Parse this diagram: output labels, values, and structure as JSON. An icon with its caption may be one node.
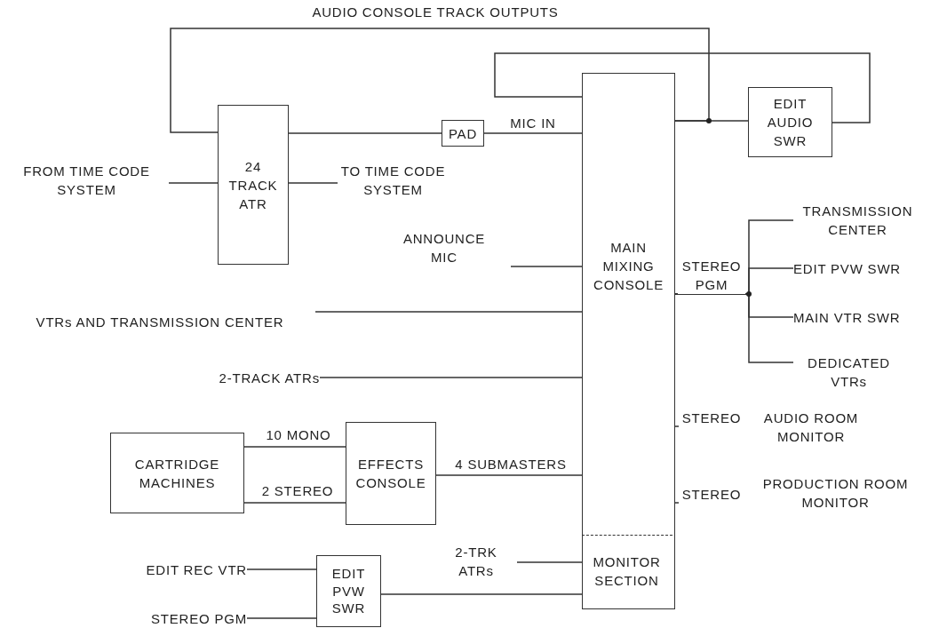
{
  "diagram": {
    "nodes": [
      {
        "text": [
          "24 TRACK ATR"
        ]
      },
      {
        "text": [
          "PAD"
        ]
      },
      {
        "text": [
          "MAIN MIXING CONSOLE"
        ]
      },
      {
        "text": [
          "MONITOR SECTION"
        ],
        "in": 2
      },
      {
        "text": [
          "EDIT AUDIO SWR"
        ]
      },
      {
        "text": [
          "EFFECTS CONSOLE"
        ]
      },
      {
        "text": [
          "CARTRIDGE MACHINES"
        ]
      },
      {
        "text": [
          "EDIT PVW SWR"
        ]
      },
      {
        "text": [
          "FROM TIME CODE SYSTEM"
        ]
      },
      {
        "text": [
          "TO TIME CODE SYSTEM"
        ]
      },
      {
        "text": [
          "ANNOUNCE MIC"
        ]
      },
      {
        "text": [
          "VTRs AND TRANSMISSION CENTER"
        ]
      },
      {
        "text": [
          "2-TRACK ATRs"
        ]
      },
      {
        "text": [
          "2-TRK ATRs"
        ]
      },
      {
        "text": [
          "EDIT REC VTR"
        ]
      },
      {
        "text": [
          "STEREO PGM"
        ]
      },
      {
        "text": [
          "TRANSMISSION CENTER"
        ]
      },
      {
        "text": [
          "EDIT PVW SWR"
        ]
      },
      {
        "text": [
          "MAIN VTR SWR"
        ]
      },
      {
        "text": [
          "DEDICATED VTRs"
        ]
      },
      {
        "text": [
          "AUDIO ROOM MONITOR"
        ]
      },
      {
        "text": [
          "PRODUCTION ROOM MONITOR"
        ]
      }
    ],
    "edges": [
      {
        "from": 8,
        "to": 0,
        "arrow": "none"
      },
      {
        "from": 0,
        "to": 9,
        "arrow": "none"
      },
      {
        "from": 0,
        "to": 1,
        "arrow": "none"
      },
      {
        "from": 1,
        "to": 2,
        "arrow": "none",
        "label": "MIC IN"
      },
      {
        "from": 2,
        "to": 4,
        "arrow": "none"
      },
      {
        "from": 2,
        "to": 0,
        "arrow": "none",
        "label": "AUDIO CONSOLE TRACK OUTPUTS"
      },
      {
        "from": 4,
        "to": 2,
        "arrow": "none"
      },
      {
        "from": 10,
        "to": 2,
        "arrow": "none"
      },
      {
        "from": 11,
        "to": 2,
        "arrow": "none"
      },
      {
        "from": 12,
        "to": 2,
        "arrow": "none"
      },
      {
        "from": 6,
        "to": 5,
        "arrow": "none",
        "label": "10 MONO"
      },
      {
        "from": 6,
        "to": 5,
        "arrow": "none",
        "label": "2 STEREO"
      },
      {
        "from": 5,
        "to": 2,
        "arrow": "none",
        "label": "4 SUBMASTERS"
      },
      {
        "from": 13,
        "to": 3,
        "arrow": "none"
      },
      {
        "from": 7,
        "to": 3,
        "arrow": "none"
      },
      {
        "from": 14,
        "to": 7,
        "arrow": "none"
      },
      {
        "from": 15,
        "to": 7,
        "arrow": "none"
      },
      {
        "from": 2,
        "to": 16,
        "arrow": "none",
        "label": "STEREO PGM"
      },
      {
        "from": 2,
        "to": 17,
        "arrow": "none"
      },
      {
        "from": 2,
        "to": 18,
        "arrow": "none"
      },
      {
        "from": 2,
        "to": 19,
        "arrow": "none"
      },
      {
        "from": 2,
        "to": 20,
        "arrow": "none",
        "label": "STEREO"
      },
      {
        "from": 2,
        "to": 21,
        "arrow": "none",
        "label": "STEREO"
      }
    ]
  }
}
